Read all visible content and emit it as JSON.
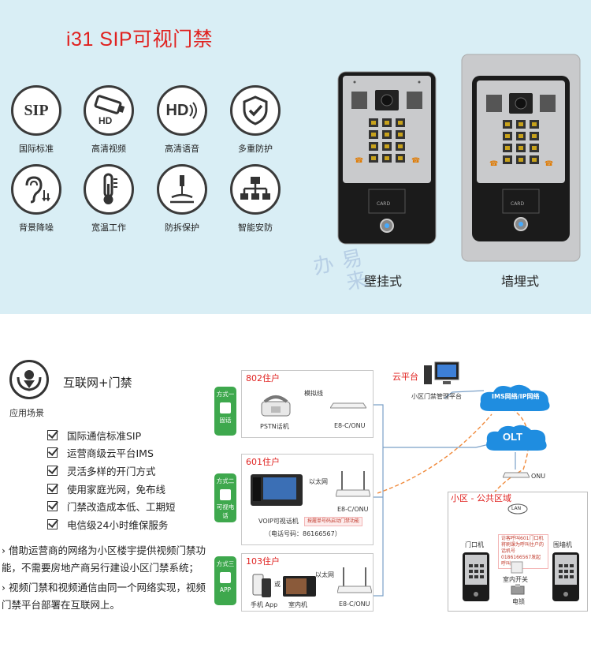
{
  "header": {
    "title": "i31 SIP可视门禁"
  },
  "features": [
    {
      "label": "国际标准",
      "icon": "sip-icon",
      "badge": "SIP"
    },
    {
      "label": "高清视频",
      "icon": "hd-camera-icon",
      "badge": "HD"
    },
    {
      "label": "高清语音",
      "icon": "hd-voice-icon",
      "badge": "HD"
    },
    {
      "label": "多重防护",
      "icon": "shield-check-icon"
    },
    {
      "label": "背景降噪",
      "icon": "ear-noise-icon"
    },
    {
      "label": "宽温工作",
      "icon": "thermometer-icon"
    },
    {
      "label": "防拆保护",
      "icon": "tamper-screwdriver-icon"
    },
    {
      "label": "智能安防",
      "icon": "network-icon"
    }
  ],
  "products": [
    {
      "label": "壁挂式"
    },
    {
      "label": "墙埋式"
    }
  ],
  "keypad_card_label": "CARD",
  "watermark": "易来办",
  "scenario": {
    "section_label": "应用场景",
    "title": "互联网+门禁",
    "checklist": [
      "国际通信标准SIP",
      "运营商级云平台IMS",
      "灵活多样的开门方式",
      "使用家庭光网，免布线",
      "门禁改造成本低、工期短",
      "电信级24小时维保服务"
    ],
    "paragraphs": [
      "› 借助运营商的网络为小区楼宇提供视频门禁功能，不需要房地产商另行建设小区门禁系统；",
      "› 视频门禁和视频通信由同一个网络实现，视频门禁平台部署在互联网上。"
    ]
  },
  "diagram": {
    "homes": [
      {
        "tag_line1": "方式一",
        "tag_line2": "固话",
        "unit": "802住户",
        "device": "PSTN话机",
        "link": "模拟线",
        "onu": "E8-C/ONU"
      },
      {
        "tag_line1": "方式二",
        "tag_line2": "可视电话",
        "unit": "601住户",
        "device": "VOIP可视话机",
        "phone": "（电话号码：86166567）",
        "link": "以太网",
        "onu": "E8-C/ONU",
        "note": "按履单号码启动门禁功能"
      },
      {
        "tag_line1": "方式三",
        "tag_line2": "APP",
        "unit": "103住户",
        "device1": "手机 App",
        "or": "或",
        "device2": "室内机",
        "link": "以太网",
        "onu": "E8-C/ONU"
      }
    ],
    "cloud_label": "云平台",
    "server_label": "小区门禁管理平台",
    "ims_label": "IMS网络/IP网络",
    "olt_label": "OLT",
    "onu_label": "ONU",
    "lan_label": "LAN",
    "community_label": "小区 - 公共区域",
    "gate_label": "门口机",
    "wall_label": "围墙机",
    "switch_label": "室内开关",
    "lock_label": "电锁",
    "call_note": "访客呼叫601门口机将刷课为呼叫住户的话机号0186166567发起呼叫"
  }
}
